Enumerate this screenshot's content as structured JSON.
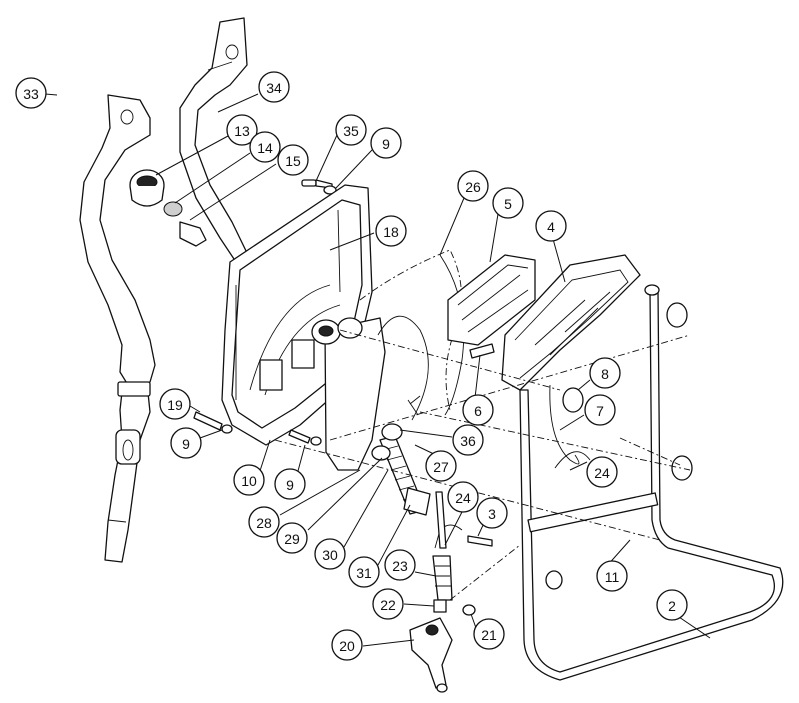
{
  "diagram": {
    "callouts": [
      {
        "id": "c33",
        "label": "33"
      },
      {
        "id": "c34",
        "label": "34"
      },
      {
        "id": "c13",
        "label": "13"
      },
      {
        "id": "c35",
        "label": "35"
      },
      {
        "id": "c9a",
        "label": "9"
      },
      {
        "id": "c14",
        "label": "14"
      },
      {
        "id": "c15",
        "label": "15"
      },
      {
        "id": "c26",
        "label": "26"
      },
      {
        "id": "c5",
        "label": "5"
      },
      {
        "id": "c4",
        "label": "4"
      },
      {
        "id": "c18",
        "label": "18"
      },
      {
        "id": "c8",
        "label": "8"
      },
      {
        "id": "c7",
        "label": "7"
      },
      {
        "id": "c6",
        "label": "6"
      },
      {
        "id": "c19",
        "label": "19"
      },
      {
        "id": "c9b",
        "label": "9"
      },
      {
        "id": "c36",
        "label": "36"
      },
      {
        "id": "c27",
        "label": "27"
      },
      {
        "id": "c24a",
        "label": "24"
      },
      {
        "id": "c10",
        "label": "10"
      },
      {
        "id": "c9c",
        "label": "9"
      },
      {
        "id": "c28",
        "label": "28"
      },
      {
        "id": "c29",
        "label": "29"
      },
      {
        "id": "c30",
        "label": "30"
      },
      {
        "id": "c31",
        "label": "31"
      },
      {
        "id": "c24b",
        "label": "24"
      },
      {
        "id": "c3",
        "label": "3"
      },
      {
        "id": "c23",
        "label": "23"
      },
      {
        "id": "c11",
        "label": "11"
      },
      {
        "id": "c2",
        "label": "2"
      },
      {
        "id": "c22",
        "label": "22"
      },
      {
        "id": "c20",
        "label": "20"
      },
      {
        "id": "c21",
        "label": "21"
      }
    ]
  }
}
